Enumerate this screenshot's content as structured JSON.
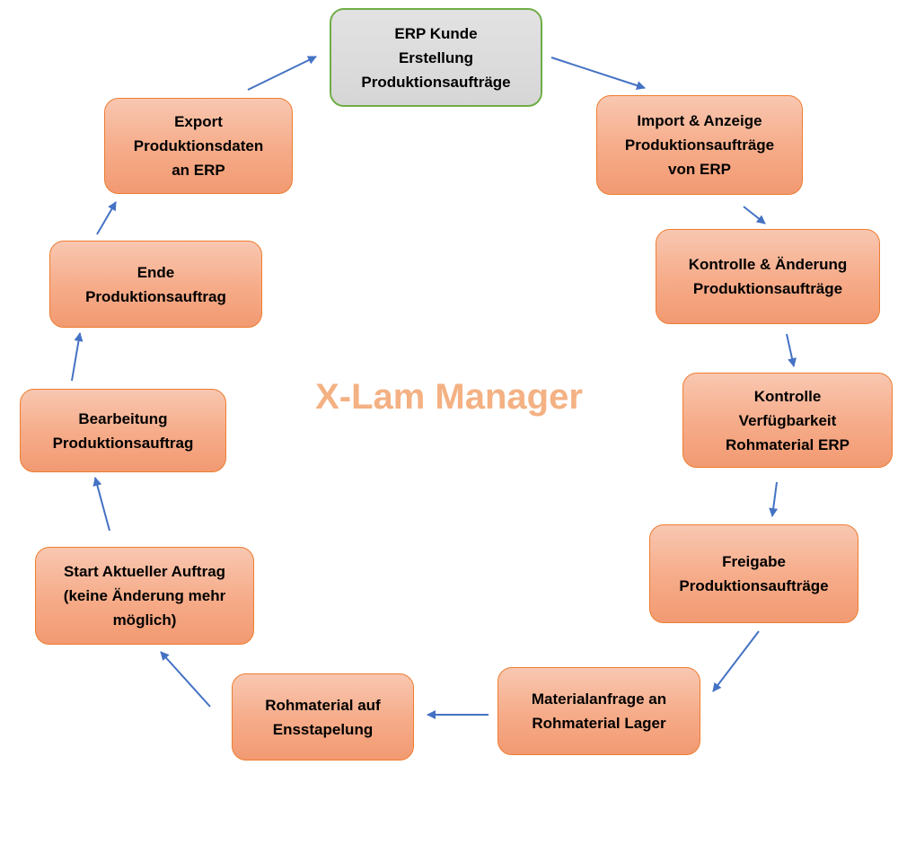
{
  "diagram": {
    "center_title": "X-Lam Manager",
    "colors": {
      "process_fill": "#f6ab88",
      "process_border": "#ed7d31",
      "start_fill": "#d9d9d9",
      "start_border": "#70ad47",
      "arrow": "#4472c4",
      "title": "#f4b183"
    },
    "nodes": [
      {
        "id": "erp-kunde",
        "label": "ERP Kunde\nErstellung\nProduktionsaufträge"
      },
      {
        "id": "import-anzeige",
        "label": "Import & Anzeige\nProduktionsaufträge\nvon ERP"
      },
      {
        "id": "kontrolle-aenderung",
        "label": "Kontrolle & Änderung\nProduktionsaufträge"
      },
      {
        "id": "kontrolle-verfuegbarkeit",
        "label": "Kontrolle\nVerfügbarkeit\nRohmaterial ERP"
      },
      {
        "id": "freigabe",
        "label": "Freigabe\nProduktionsaufträge"
      },
      {
        "id": "materialanfrage",
        "label": "Materialanfrage an\nRohmaterial Lager"
      },
      {
        "id": "rohmaterial-ensstapelung",
        "label": "Rohmaterial auf\nEnsstapelung"
      },
      {
        "id": "start-auftrag",
        "label": "Start Aktueller Auftrag\n(keine Änderung mehr\nmöglich)"
      },
      {
        "id": "bearbeitung",
        "label": "Bearbeitung\nProduktionsauftrag"
      },
      {
        "id": "ende",
        "label": "Ende\nProduktionsauftrag"
      },
      {
        "id": "export",
        "label": "Export\nProduktionsdaten\nan ERP"
      }
    ],
    "edges": [
      [
        "erp-kunde",
        "import-anzeige"
      ],
      [
        "import-anzeige",
        "kontrolle-aenderung"
      ],
      [
        "kontrolle-aenderung",
        "kontrolle-verfuegbarkeit"
      ],
      [
        "kontrolle-verfuegbarkeit",
        "freigabe"
      ],
      [
        "freigabe",
        "materialanfrage"
      ],
      [
        "materialanfrage",
        "rohmaterial-ensstapelung"
      ],
      [
        "rohmaterial-ensstapelung",
        "start-auftrag"
      ],
      [
        "start-auftrag",
        "bearbeitung"
      ],
      [
        "bearbeitung",
        "ende"
      ],
      [
        "ende",
        "export"
      ],
      [
        "export",
        "erp-kunde"
      ]
    ]
  }
}
